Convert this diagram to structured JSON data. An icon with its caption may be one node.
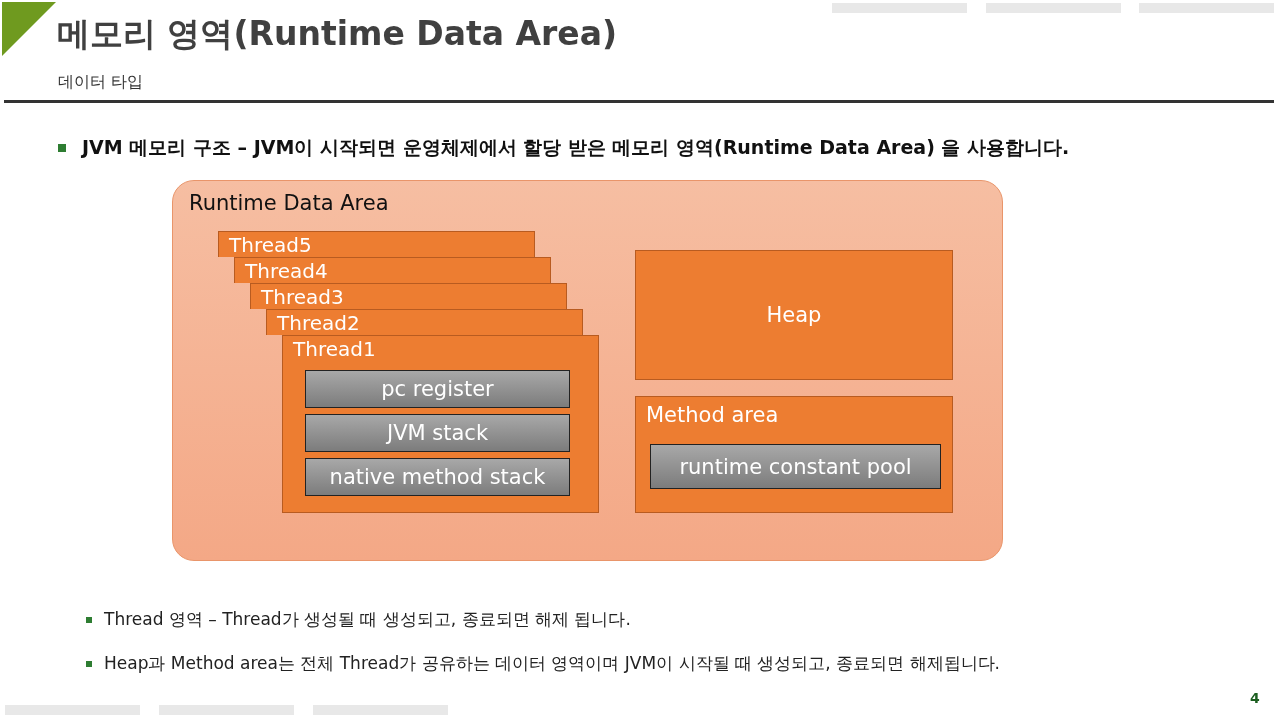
{
  "diagram": {
    "title": "메모리 영역(Runtime Data Area)",
    "nodes": [
      {
        "text": [
          "Runtime Data Area"
        ]
      },
      {
        "text": [
          "Thread5"
        ],
        "in": 0
      },
      {
        "text": [
          "Thread4"
        ],
        "in": 0
      },
      {
        "text": [
          "Thread3"
        ],
        "in": 0
      },
      {
        "text": [
          "Thread2"
        ],
        "in": 0
      },
      {
        "text": [
          "Thread1"
        ],
        "in": 0
      },
      {
        "text": [
          "pc register"
        ],
        "in": 5
      },
      {
        "text": [
          "JVM stack"
        ],
        "in": 5
      },
      {
        "text": [
          "native method stack"
        ],
        "in": 5
      },
      {
        "text": [
          "Heap"
        ],
        "in": 0
      },
      {
        "text": [
          "Method area"
        ],
        "in": 0
      },
      {
        "text": [
          "runtime constant pool"
        ],
        "in": 10
      }
    ],
    "labels": [
      "데이터 타입",
      "JVM  메모리 구조 – JVM이 시작되면 운영체제에서 할당 받은 메모리 영역(Runtime Data Area) 을 사용합니다.",
      "Thread 영역 – Thread가 생성될 때 생성되고, 종료되면 해제 됩니다.",
      "Heap과 Method area는 전체 Thread가 공유하는 데이터 영역이며 JVM이 시작될 때 생성되고, 종료되면 해제됩니다.",
      "4"
    ]
  }
}
